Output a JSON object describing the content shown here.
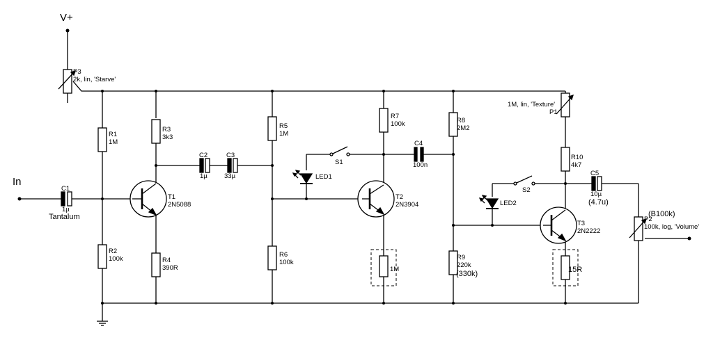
{
  "labels": {
    "vplus": "V+",
    "input": "In"
  },
  "components": {
    "p3": {
      "ref": "P3",
      "value": "2k, lin, 'Starve'"
    },
    "p1": {
      "ref": "P1",
      "value": "1M, lin, 'Texture'"
    },
    "p2": {
      "ref": "P2",
      "value": "100k, log, 'Volume'",
      "alt": "(B100k)"
    },
    "c1": {
      "ref": "C1",
      "value": "1µ",
      "note": "Tantalum"
    },
    "c2": {
      "ref": "C2",
      "value": "1µ"
    },
    "c3": {
      "ref": "C3",
      "value": "33µ"
    },
    "c4": {
      "ref": "C4",
      "value": "100n"
    },
    "c5": {
      "ref": "C5",
      "value": "10µ",
      "alt": "(4.7u)"
    },
    "r1": {
      "ref": "R1",
      "value": "1M"
    },
    "r2": {
      "ref": "R2",
      "value": "100k"
    },
    "r3": {
      "ref": "R3",
      "value": "3k3"
    },
    "r4": {
      "ref": "R4",
      "value": "390R"
    },
    "r5": {
      "ref": "R5",
      "value": "1M"
    },
    "r6": {
      "ref": "R6",
      "value": "100k"
    },
    "r7": {
      "ref": "R7",
      "value": "100k"
    },
    "r8": {
      "ref": "R8",
      "value": "2M2"
    },
    "r9": {
      "ref": "R9",
      "value": "220k",
      "alt": "(330k)"
    },
    "r10": {
      "ref": "R10",
      "value": "4k7"
    },
    "t1": {
      "ref": "T1",
      "value": "2N5088"
    },
    "t2": {
      "ref": "T2",
      "value": "2N3904"
    },
    "t3": {
      "ref": "T3",
      "value": "2N2222"
    },
    "led1": {
      "ref": "LED1"
    },
    "led2": {
      "ref": "LED2"
    },
    "s1": {
      "ref": "S1"
    },
    "s2": {
      "ref": "S2"
    },
    "opt1": {
      "value": "1M"
    },
    "opt2": {
      "value": "15R"
    }
  }
}
